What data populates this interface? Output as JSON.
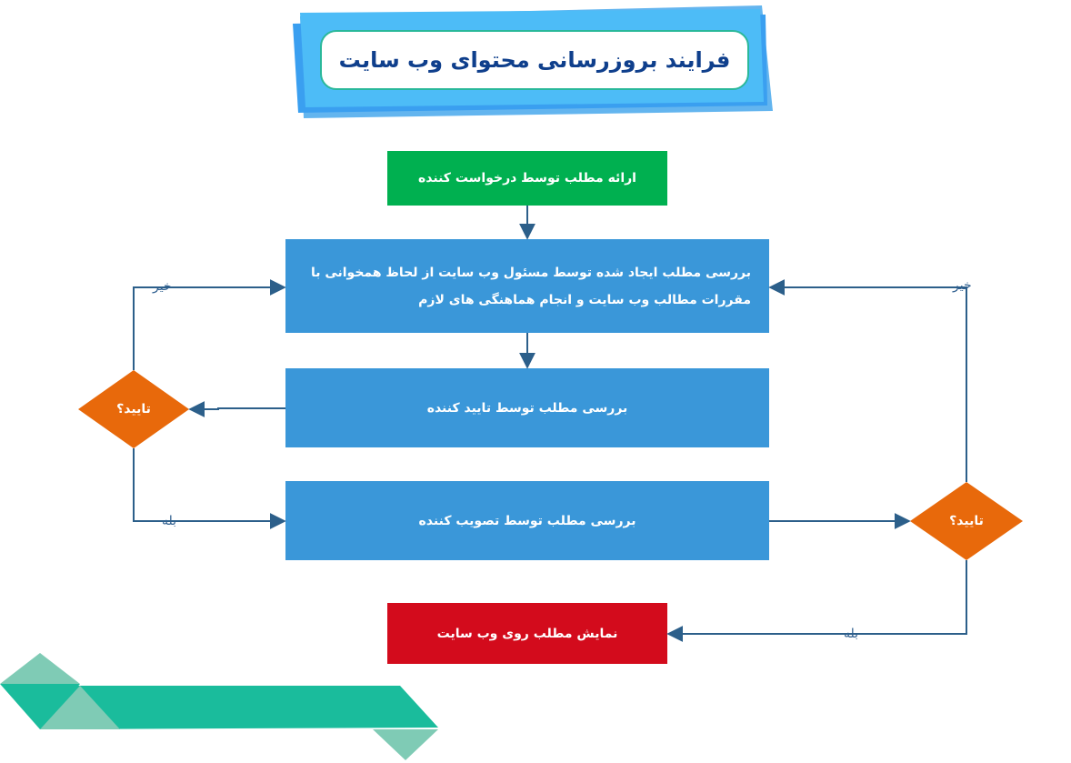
{
  "title": "فرایند بروزرسانی محتوای وب سایت",
  "nodes": {
    "submit": "ارائه مطلب توسط درخواست کننده",
    "review_manager": "بررسی مطلب ایجاد شده توسط مسئول وب سایت از لحاظ همخوانی با مقررات مطالب وب سایت و انجام هماهنگی های لازم",
    "review_approver": "بررسی مطلب توسط تایید کننده",
    "review_ratifier": "بررسی مطلب توسط تصویب کننده",
    "publish": "نمایش مطلب روی وب سایت"
  },
  "decisions": {
    "left": "تایید؟",
    "right": "تایید؟"
  },
  "edge_labels": {
    "left_no": "خیر",
    "left_yes": "بله",
    "right_no": "خیر",
    "right_yes": "بله"
  },
  "colors": {
    "submit": "#00b050",
    "review": "#3a97d9",
    "decision": "#e8690b",
    "publish": "#d30b1c",
    "arrow": "#2c5f8a",
    "title_text": "#0f3f8c",
    "ribbon": "#1abc9c"
  }
}
